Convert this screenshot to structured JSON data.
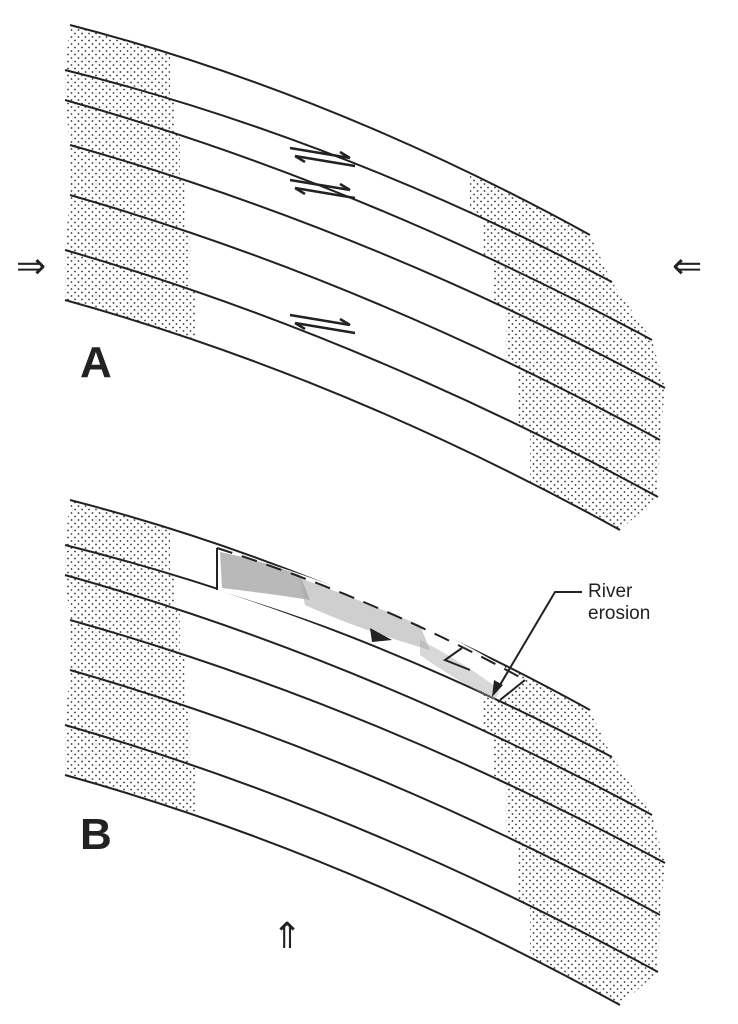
{
  "panels": [
    {
      "label": "A",
      "compression_arrows": [
        "right-arrow-icon",
        "left-arrow-icon"
      ]
    },
    {
      "label": "B",
      "uplift_arrow": "up-arrow-icon"
    }
  ],
  "callout": {
    "line1": "River",
    "line2": "erosion"
  },
  "colors": {
    "line": "#222222",
    "stipple": "#333333",
    "fill_gray": "#a8a8a8"
  }
}
